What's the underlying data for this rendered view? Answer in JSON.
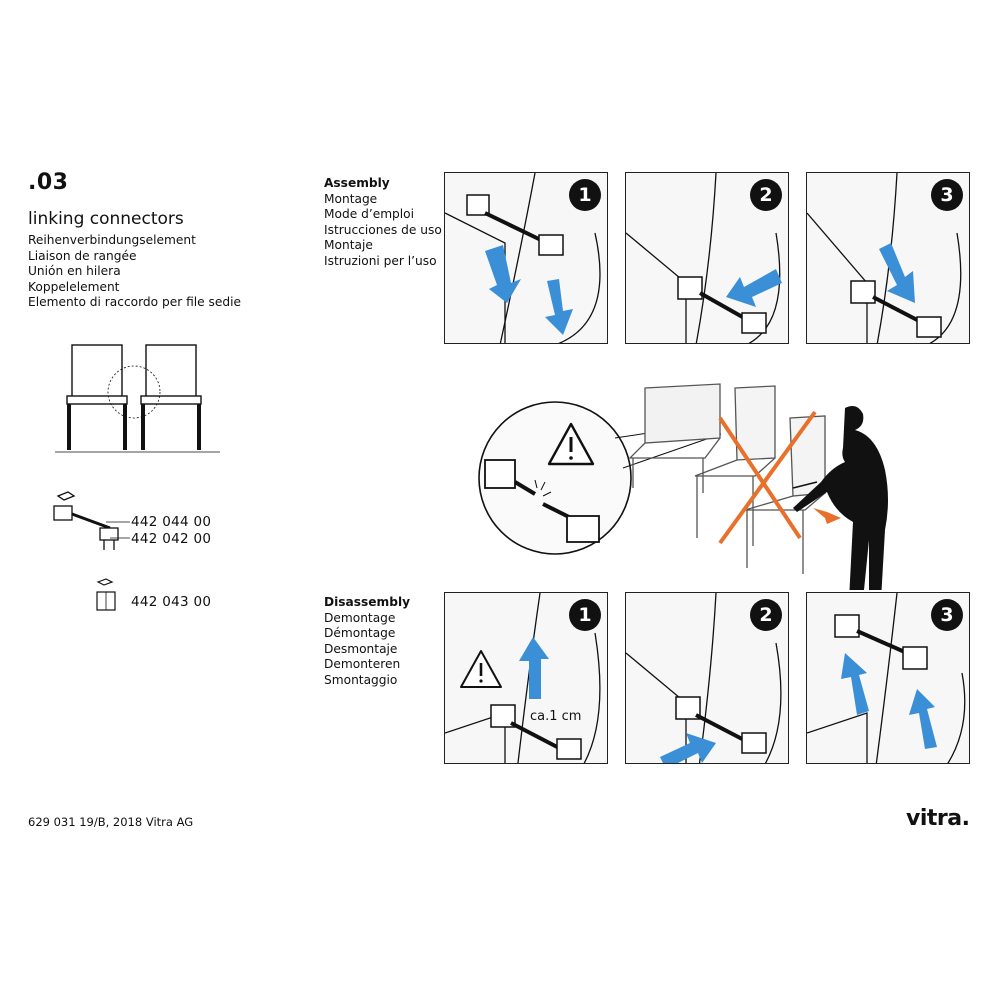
{
  "product": {
    "model": ".03",
    "title": "linking connectors",
    "translations": [
      "Reihenverbindungselement",
      "Liaison de rangée",
      "Unión en hilera",
      "Koppelelement",
      "Elemento di raccordo per file sedie"
    ]
  },
  "parts": [
    {
      "number": "442 044 00"
    },
    {
      "number": "442 042 00"
    },
    {
      "number": "442 043 00"
    }
  ],
  "assembly": {
    "heading": "Assembly",
    "translations": [
      "Montage",
      "Mode d’emploi",
      "Istrucciones de uso",
      "Montaje",
      "Istruzioni per l’uso"
    ],
    "steps": [
      "1",
      "2",
      "3"
    ]
  },
  "disassembly": {
    "heading": "Disassembly",
    "translations": [
      "Demontage",
      "Démontage",
      "Desmontaje",
      "Demonteren",
      "Smontaggio"
    ],
    "steps": [
      "1",
      "2",
      "3"
    ],
    "distance_label": "ca.1 cm"
  },
  "footer": {
    "doc_number": "629 031 19/B, 2018 Vitra AG",
    "logo": "vitra."
  },
  "colors": {
    "arrow": "#3a8fd6",
    "warning_cross": "#e8702a",
    "line": "#111111",
    "panel_bg": "#f7f7f7"
  },
  "icons": [
    "warning-icon"
  ]
}
